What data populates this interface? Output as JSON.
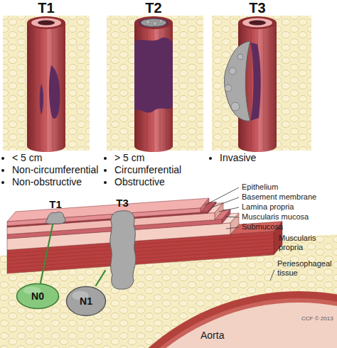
{
  "diagram": {
    "nodes": [
      {
        "text": [
          "T1"
        ]
      },
      {
        "text": [
          "T3"
        ]
      },
      {
        "text": [
          "N0"
        ]
      },
      {
        "text": [
          "N1"
        ]
      }
    ],
    "edges": [
      {
        "from": 0,
        "to": 2,
        "arrow": "none"
      },
      {
        "from": 1,
        "to": 3,
        "arrow": "none"
      }
    ],
    "labels": [
      "T1",
      "T2",
      "T3",
      "< 5 cm",
      "Non-circumferential",
      "Non-obstructive",
      "> 5 cm",
      "Circumferential",
      "Obstructive",
      "Invasive",
      "Epithelium",
      "Basement membrane",
      "Lamina propria",
      "Muscularis mucosa",
      "Submucosa",
      "Muscularis propria",
      "Periesophageal tissue",
      "Aorta",
      "CCF © 2013"
    ]
  }
}
